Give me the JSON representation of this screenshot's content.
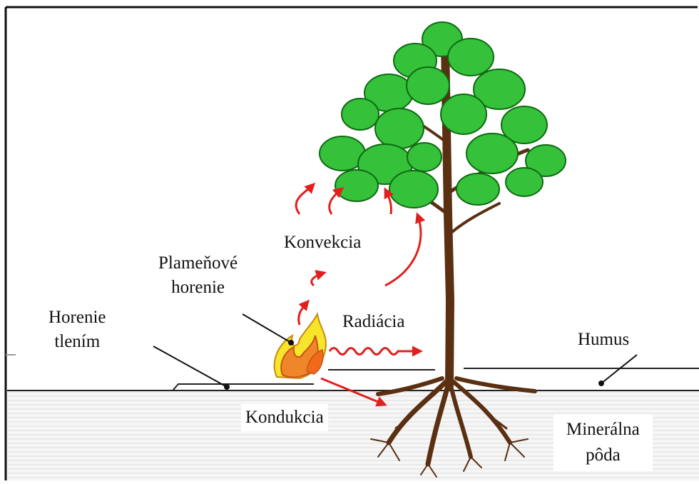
{
  "labels": {
    "convection": "Konvekcia",
    "flaming": [
      "Plameňové",
      "horenie"
    ],
    "smoldering": [
      "Horenie",
      "tlením"
    ],
    "radiation": "Radiácia",
    "humus": "Humus",
    "conduction": "Kondukcia",
    "mineral_soil": [
      "Minerálna",
      "pôda"
    ]
  },
  "colors": {
    "arrow": "#e0201e",
    "trunk": "#5a2f12",
    "leaf": "#35c13a",
    "leaf_dark": "#0f6a12",
    "flame_outer": "#f7e52a",
    "flame_inner": "#f0862a",
    "soil_line": "#d2d2d2"
  }
}
